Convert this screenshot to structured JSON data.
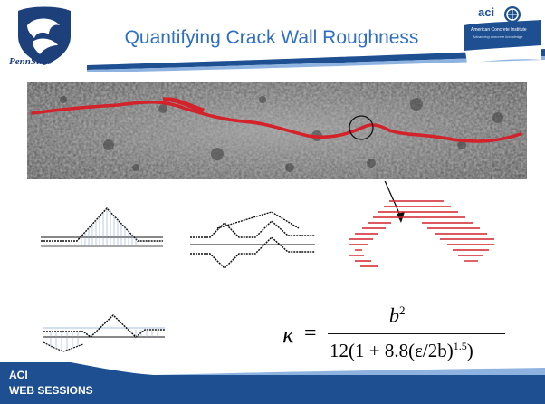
{
  "slide": {
    "title": "Quantifying Crack Wall Roughness",
    "logo_left": {
      "icon": "nittany-lion-icon",
      "text": "PennState"
    },
    "logo_right": {
      "icon": "aci-icon",
      "brand": "aci",
      "line1": "American Concrete Institute",
      "line2": "Advancing concrete knowledge"
    },
    "footer": {
      "line1": "ACI",
      "line2": "WEB SESSIONS"
    },
    "formula": {
      "lhs": "κ",
      "eq": "=",
      "numerator": "b",
      "numerator_exp": "2",
      "denominator_main": "12(1 + 8.8(ε/2b)",
      "denominator_exp": "1.5",
      "denominator_close": ")"
    },
    "colors": {
      "title": "#2e6fc4",
      "accent_blue": "#1d4f91",
      "crack_red": "#d4222a",
      "footer_bg": "#1d4f91"
    }
  }
}
